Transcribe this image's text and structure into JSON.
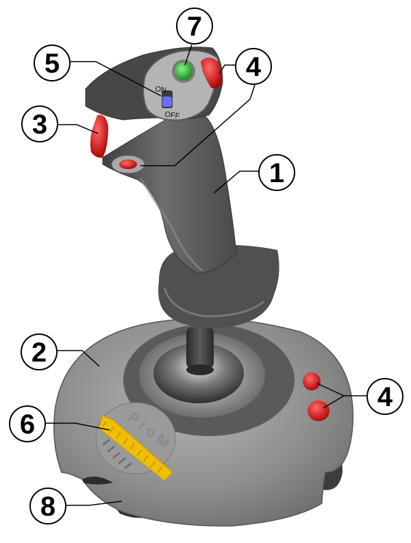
{
  "colors": {
    "background": "#ffffff",
    "body_gray": "#8e8e8e",
    "dark_gray": "#4a4a4a",
    "button_red": "#d40000",
    "button_green": "#1aa31a",
    "switch_blue": "#6b6bff",
    "wheel_yellow": "#f0c000"
  },
  "switch": {
    "on_label": "ON",
    "off_label": "OFF"
  },
  "brand": {
    "text": "PioM"
  },
  "callouts": [
    {
      "id": "c7",
      "number": "7"
    },
    {
      "id": "c5",
      "number": "5"
    },
    {
      "id": "c4a",
      "number": "4"
    },
    {
      "id": "c3",
      "number": "3"
    },
    {
      "id": "c1",
      "number": "1"
    },
    {
      "id": "c2",
      "number": "2"
    },
    {
      "id": "c4b",
      "number": "4"
    },
    {
      "id": "c6",
      "number": "6"
    },
    {
      "id": "c8",
      "number": "8"
    }
  ]
}
